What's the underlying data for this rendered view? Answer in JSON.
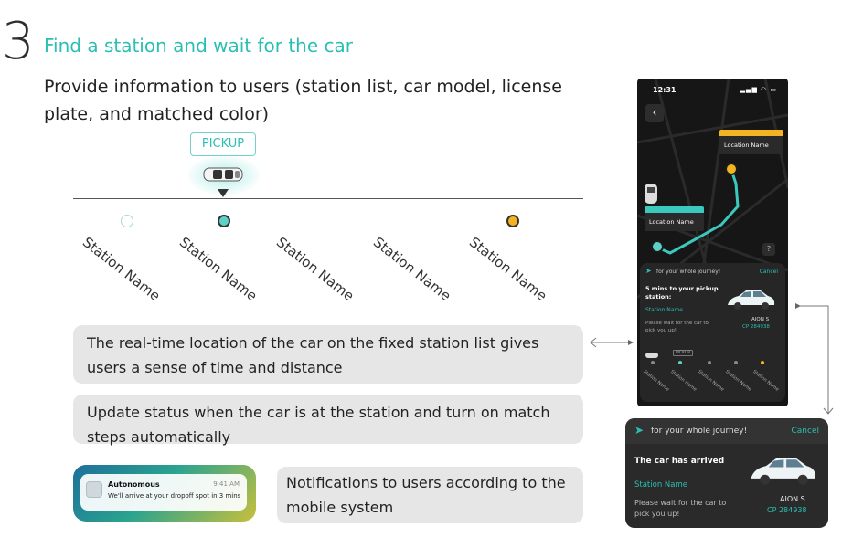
{
  "step": {
    "number": "3",
    "title": "Find a station and wait for the car",
    "description": "Provide information to users (station list, car model, license plate, and matched color)"
  },
  "timeline": {
    "pickup_label": "PICKUP",
    "stations": [
      "Station Name",
      "Station Name",
      "Station Name",
      "Station Name",
      "Station Name"
    ],
    "colors": {
      "teal": "#2bbfb3",
      "yellow": "#f4b320",
      "line": "#555555"
    }
  },
  "notes": {
    "realtime": "The real-time location of the car on the fixed station list gives users a sense of time and distance",
    "update": "Update status when the car is at the station and turn on match steps automatically",
    "notifications": "Notifications to users according to the mobile system"
  },
  "notification": {
    "app": "Autonomous",
    "time": "9:41 AM",
    "message": "We'll arrive at your dropoff spot in 3 mins"
  },
  "phone": {
    "time": "12:31",
    "status_icons": "▂▄▆ ◠ ▭",
    "back_icon": "‹",
    "location_top": "Location Name",
    "location_bottom": "Location Name",
    "help_icon": "?",
    "card": {
      "journey": "for your whole journey!",
      "cancel": "Cancel",
      "pickup": "5 mins to your pickup station:",
      "station": "Station Name",
      "wait": "Please wait for the car to pick you up!",
      "model": "AION S",
      "plate": "CP 284938",
      "mini_pickup": "PICKUP",
      "mini_stations": [
        "Station Name",
        "Station Name",
        "Station Name",
        "Station Name",
        "Station Name"
      ]
    }
  },
  "arrived": {
    "journey": "for your whole journey!",
    "cancel": "Cancel",
    "title": "The car has arrived",
    "station": "Station Name",
    "wait": "Please wait for the car to pick you up!",
    "model": "AION S",
    "plate": "CP 284938"
  }
}
